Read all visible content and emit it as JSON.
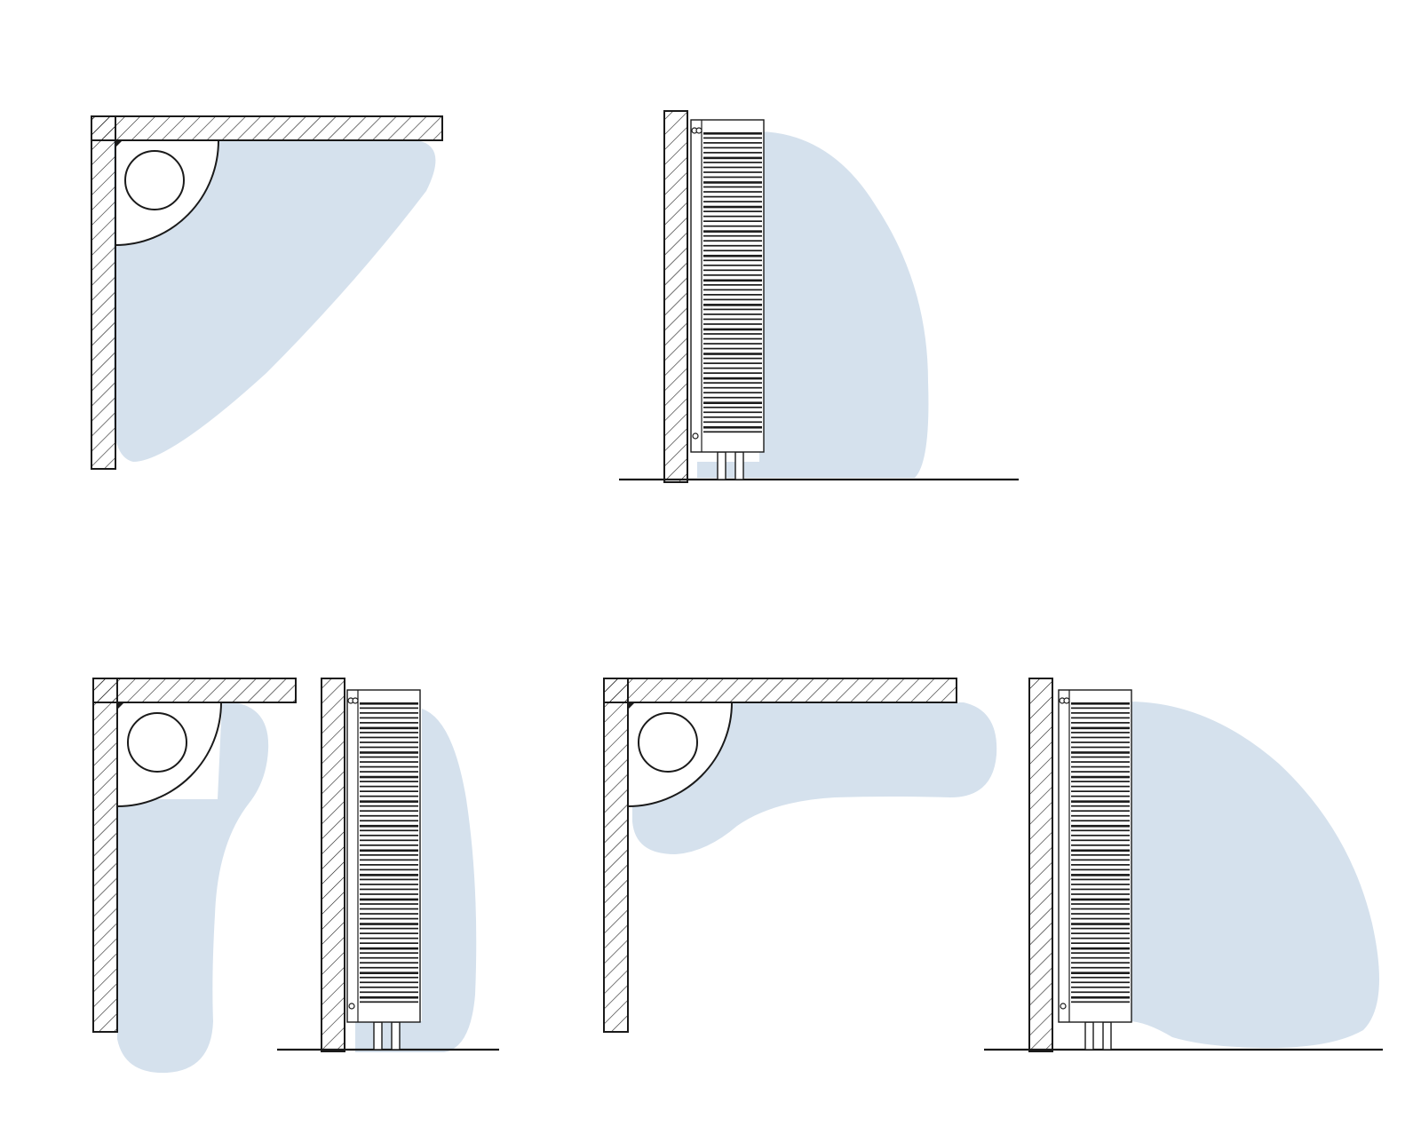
{
  "colors": {
    "airflow": "#d5e1ed",
    "line": "#1a1a1a",
    "background": "#ffffff"
  },
  "panels": [
    {
      "id": "top-view-corner",
      "view": "top",
      "airflow": "diagonal-spread"
    },
    {
      "id": "side-view-wall",
      "view": "side",
      "airflow": "upward-forward-arc"
    },
    {
      "id": "top-view-corner-narrow",
      "view": "top",
      "airflow": "down-along-wall"
    },
    {
      "id": "side-view-wall-narrow",
      "view": "side",
      "airflow": "narrow-upward"
    },
    {
      "id": "top-view-corner-wide",
      "view": "top",
      "airflow": "along-ceiling-wall"
    },
    {
      "id": "side-view-wall-wide",
      "view": "side",
      "airflow": "wide-forward-arc"
    }
  ]
}
